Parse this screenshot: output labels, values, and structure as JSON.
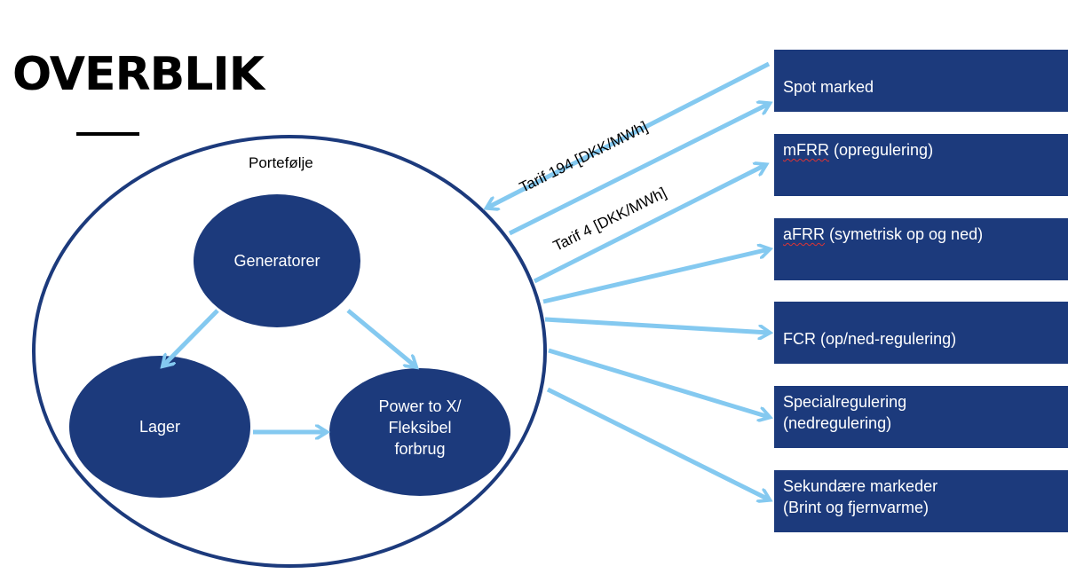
{
  "title": "OVERBLIK",
  "portfolio": {
    "label": "Portefølje",
    "nodes": {
      "generatorer": "Generatorer",
      "lager": "Lager",
      "ptx": "Power to X/\nFleksibel\nforbrug"
    }
  },
  "tariffs": {
    "tarif_194": "Tarif 194 [DKK/MWh]",
    "tarif_4": "Tarif 4 [DKK/MWh]"
  },
  "markets": [
    {
      "id": "spot",
      "label": "Spot marked"
    },
    {
      "id": "mfrr",
      "abbr": "mFRR",
      "label": " (opregulering)"
    },
    {
      "id": "afrr",
      "abbr": "aFRR",
      "label": " (symetrisk op og ned)"
    },
    {
      "id": "fcr",
      "label": "FCR (op/ned-regulering)"
    },
    {
      "id": "special",
      "label": "Specialregulering\n(nedregulering)"
    },
    {
      "id": "sekundaer",
      "label": "Sekundære markeder\n(Brint og fjernvarme)"
    }
  ],
  "colors": {
    "box_fill": "#1c3a7c",
    "node_fill": "#1c3a7c",
    "ellipse_stroke": "#1c3a7c",
    "arrow": "#84c9f0"
  }
}
